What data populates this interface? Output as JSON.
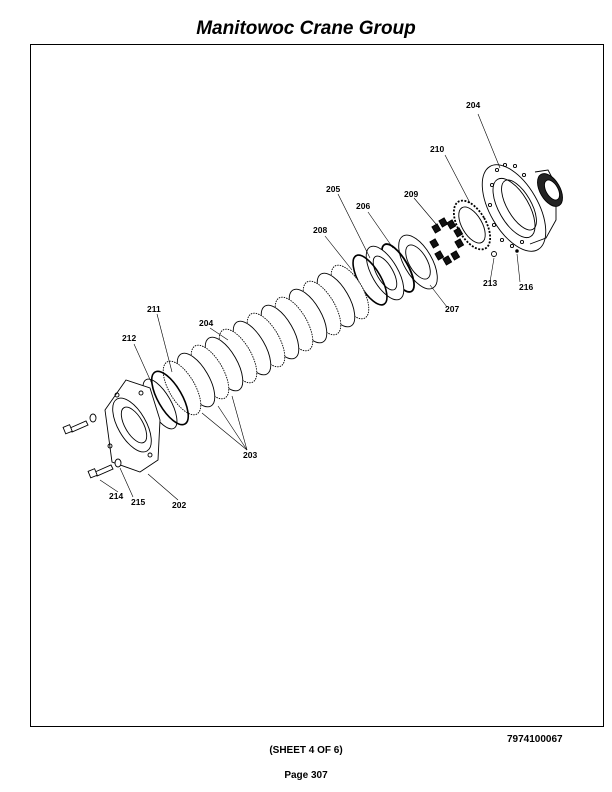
{
  "header": {
    "title": "Manitowoc Crane Group"
  },
  "footer": {
    "doc_number": "7974100067",
    "sheet": "(SHEET 4 OF 6)",
    "page": "Page 307"
  },
  "callouts": {
    "c204_top": "204",
    "c210": "210",
    "c205": "205",
    "c209": "209",
    "c206": "206",
    "c208": "208",
    "c213": "213",
    "c216": "216",
    "c207": "207",
    "c211": "211",
    "c204_mid": "204",
    "c212": "212",
    "c203": "203",
    "c214": "214",
    "c215": "215",
    "c202": "202"
  }
}
